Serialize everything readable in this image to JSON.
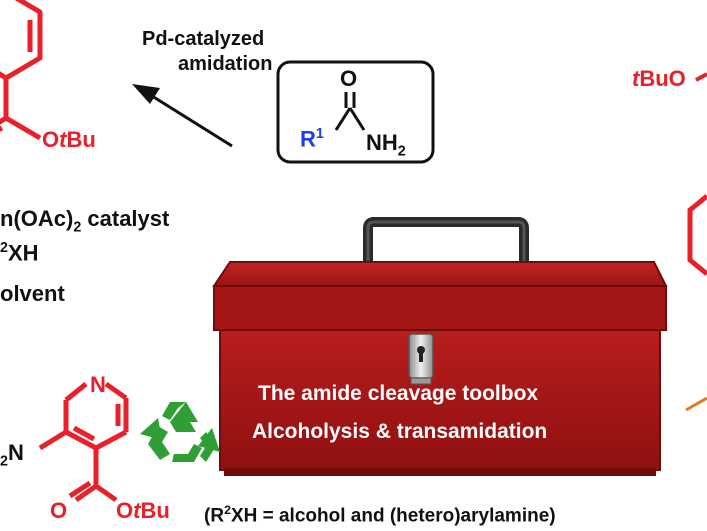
{
  "pd_label": {
    "line1": "Pd-catalyzed",
    "line2": "amidation"
  },
  "amide": {
    "o": "O",
    "r": "R",
    "r_sup": "1",
    "nh": "NH",
    "nh_sub": "2"
  },
  "top_ester": {
    "o": "O",
    "t": "t",
    "bu": "Bu"
  },
  "conditions": {
    "line1a": "n(OAc)",
    "line1_sub": "2",
    "line1b": " catalyst",
    "line2_sup": "2",
    "line2b": "XH",
    "line3": "olvent"
  },
  "right_fragment": {
    "t": "t",
    "rest": "BuO"
  },
  "pyridine": {
    "n": "N",
    "left_sub": "2",
    "left_n": "N",
    "o": "O",
    "ester_o": "O",
    "t": "t",
    "bu": "Bu"
  },
  "toolbox": {
    "line1": "The amide cleavage toolbox",
    "line2": "Alcoholysis & transamidation"
  },
  "footnote": {
    "a": "(R",
    "sup": "2",
    "b": "XH = alcohol and (hetero)arylamine)"
  },
  "icons": {
    "recycle": "recycle-icon",
    "lock": "keyhole-lock-icon"
  },
  "colors": {
    "red": "#e8202a",
    "blue": "#1a3ee8",
    "box": "#a51616",
    "box_dark": "#6e0b0b",
    "recycle": "#2f9e35",
    "handle": "#2a2a2a",
    "orange": "#e07a20"
  }
}
